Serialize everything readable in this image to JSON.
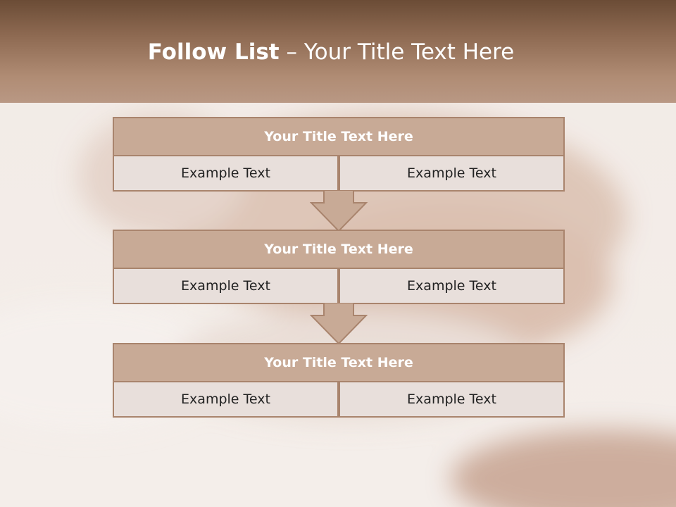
{
  "slide": {
    "title_bold": "Follow List",
    "title_rest": "– Your Title Text Here"
  },
  "steps": [
    {
      "title": "Your Title Text Here",
      "left": "Example Text",
      "right": "Example Text"
    },
    {
      "title": "Your Title Text Here",
      "left": "Example Text",
      "right": "Example Text"
    },
    {
      "title": "Your Title Text Here",
      "left": "Example Text",
      "right": "Example Text"
    }
  ],
  "colors": {
    "header_dark": "#6b4c36",
    "block_title_fill": "#c8aa96",
    "cell_fill": "#e8dfdb",
    "border": "#a9846d"
  }
}
